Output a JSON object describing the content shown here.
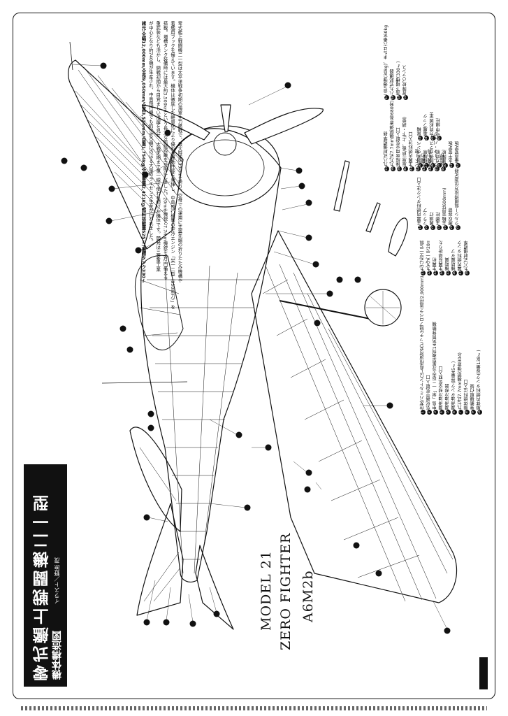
{
  "title": {
    "main": "零式艦上戦闘機二一型",
    "sub": "機体構造図",
    "credit": "イラスト／野原 茂"
  },
  "model": {
    "line1": "A6M2b",
    "line2": "ZERO FIGHTER",
    "line3": "MODEL 21"
  },
  "description": [
    "零式艦上戦闘機二一型は太平洋戦争初期の海軍主力艦戦で、最大時速533kmを誇り、空母での運用に主翼先端の折りたたみ機構や",
    "着艦用フックを備えています。機体は徹底した軽量化により優れた運動性能を発揮し、中島飛行機製の空冷エンジン「栄一二型（950馬力）」を",
    "搭載。増槽タンク装備時には最大約3,500kmという長大な航続距離を可能にしました。20mm機銃と7.7mm機銃を各2門備える",
    "重武装なども活かし、開戦初期から目覚ましい活躍を見せ、大戦末期まで第一線で使われ続けた機体です。開発は三菱重工業",
    "が中心となり約740機が生産され、中島飛行機でも約2,800機にのぼる大量のライセンス生産が行われました。",
    "諸元:全幅12,000mm/全長9,050mm/全高3,525mm/自重1,754kg/全備重量2,421kg/燃料搭載量525ℓ/増槽タンク330ℓ"
  ],
  "legend": {
    "col1": [
      {
        "n": "1",
        "label": "住友/ハミルトンCS-4型恒速可変ピッチ3翅プロペラ(直径2,900mm)"
      },
      {
        "n": "2",
        "label": "気化器空気取入口"
      },
      {
        "n": "3",
        "label": "中島「栄」一二型空冷星型複列14気筒発動機"
      },
      {
        "n": "4",
        "label": "潤滑油冷却空気取入口"
      },
      {
        "n": "5",
        "label": "潤滑油冷却器"
      },
      {
        "n": "6",
        "label": "潤滑油タンク(容量45ℓ)"
      },
      {
        "n": "7",
        "label": "九七式7.7mm機銃(弾倉304)"
      },
      {
        "n": "8",
        "label": "胴体燃料注入口"
      },
      {
        "n": "9",
        "label": "発動機取付架"
      },
      {
        "n": "10",
        "label": "胴体内燃料タンク(容量138ℓ)"
      },
      {
        "n": "11",
        "label": "九六式空一号無線機"
      },
      {
        "n": "12",
        "label": "九九式一号20mm固定機銃(弾倉60発)"
      },
      {
        "n": "13",
        "label": "主翼桁"
      },
      {
        "n": "14",
        "label": "主翼前部折りたたみ機構"
      },
      {
        "n": "15",
        "label": "補助翼"
      },
      {
        "n": "16",
        "label": "補助翼タブ"
      },
      {
        "n": "17",
        "label": "翼内燃料タンク"
      },
      {
        "n": "18",
        "label": "九八式射爆照準器"
      }
    ],
    "col2": [
      {
        "n": "19",
        "label": "主翼内燃料タンク注入口"
      },
      {
        "n": "20",
        "label": "フラップ"
      },
      {
        "n": "21",
        "label": "翼端灯"
      },
      {
        "n": "22",
        "label": "主脚柱"
      },
      {
        "n": "23",
        "label": "主輪(直径600mm)"
      },
      {
        "n": "24",
        "label": "脚収容部"
      },
      {
        "n": "25",
        "label": "クルシー無線帰投方位測定器"
      },
      {
        "n": "26",
        "label": "酸素ボンベ"
      },
      {
        "n": "27",
        "label": "操縦席"
      },
      {
        "n": "28",
        "label": "防弾ガラス"
      },
      {
        "n": "29",
        "label": "方向舵"
      },
      {
        "n": "30",
        "label": "昇降舵"
      },
      {
        "n": "31",
        "label": "水平安定板"
      },
      {
        "n": "32",
        "label": "垂直安定板"
      },
      {
        "n": "33",
        "label": "尾輪"
      },
      {
        "n": "34",
        "label": "着艦フック"
      },
      {
        "n": "35",
        "label": "方向舵固定タブ"
      },
      {
        "n": "36",
        "label": "空中線柱"
      }
    ],
    "col3": [
      {
        "n": "37",
        "label": "九八式射爆照準器"
      },
      {
        "n": "38",
        "label": "九九式7.7mm機銃弾倉(各680発)"
      },
      {
        "n": "39",
        "label": "操縦席用空気取入口"
      },
      {
        "n": "40",
        "label": "座席(前/後、上/下・調整)"
      },
      {
        "n": "41",
        "label": "主翼内燃料注入口"
      },
      {
        "n": "42",
        "label": "ピトー管"
      },
      {
        "n": "43",
        "label": "主翼桁"
      },
      {
        "n": "44",
        "label": "主翼小骨"
      },
      {
        "n": "45",
        "label": "ブレーキ・パイプ"
      },
      {
        "n": "46",
        "label": "操縦桿"
      },
      {
        "n": "47",
        "label": "三号爆弾(30kg)、または六番(60kg)爆弾"
      },
      {
        "n": "48",
        "label": "八九式起爆器"
      },
      {
        "n": "49",
        "label": "落下増槽(330ℓ)"
      },
      {
        "n": "50",
        "label": "昇降舵バランス"
      }
    ]
  }
}
